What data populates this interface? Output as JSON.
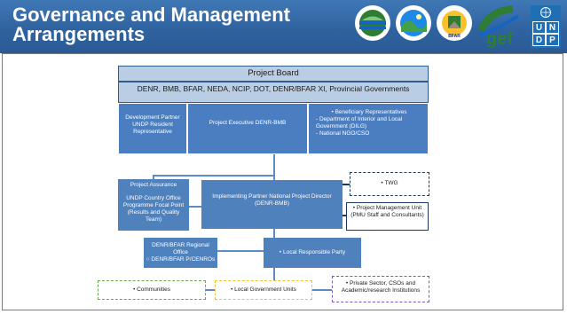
{
  "header": {
    "title": "Governance and Management Arrangements",
    "logos": [
      "denr-logo-icon",
      "bmb-logo-icon",
      "bfar-logo-icon",
      "gef-logo-icon",
      "undp-logo-icon"
    ],
    "gef_text": "gef",
    "bfar_text": "BFAR",
    "undp_letters": [
      "U",
      "N",
      "D",
      "P"
    ]
  },
  "board": {
    "title": "Project Board",
    "members": "DENR, BMB, BFAR, NEDA, NCIP, DOT, DENR/BFAR XI, Provincial Governments",
    "dev_partner": "Development Partner UNDP Resident Representative",
    "executive": "Project Executive DENR-BMB",
    "beneficiary_lines": [
      "• Beneficiary Representatives",
      "- Department of Interior and Local Government (DILG)",
      "- National NGO/CSO"
    ]
  },
  "assurance": {
    "title": "Project Assurance",
    "body": "UNDP Country Office Programme Focal Point (Results and Quality Team)"
  },
  "implementing": "Implementing Partner National Project Director (DENR-BMB)",
  "twg": "• TWG",
  "pmu": "• Project Management Unit (PMU Staff and Consultants)",
  "regional": {
    "line1": "DENR/BFAR Regional Office",
    "line2": "○ DENR/BFAR P/CENROs"
  },
  "local_party": "• Local Responsible Party",
  "communities": "• Communities",
  "lgu": "• Local Government Units",
  "private": "• Private Sector, CSOs and Academic/research Institutions",
  "colors": {
    "header": "#2f63a0",
    "box_blue": "#4f81bd",
    "board_light": "#b9cde5",
    "green_dash": "#6aa84f",
    "yellow_dash": "#f1c232",
    "purple_dash": "#7e57c2",
    "navy_dash": "#1f3864"
  }
}
